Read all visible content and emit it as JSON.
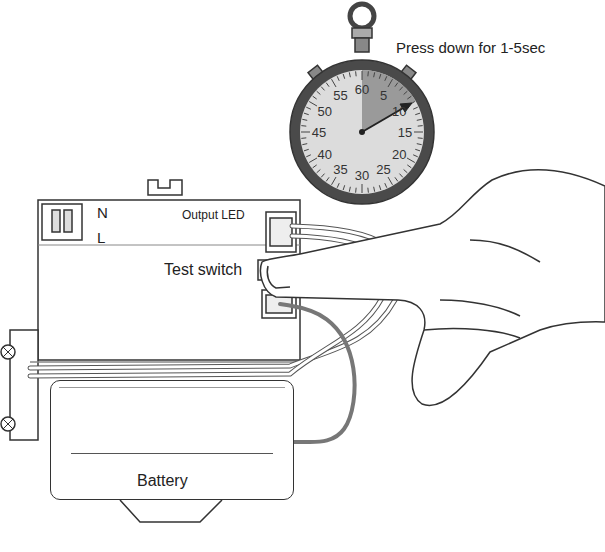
{
  "diagram": {
    "nodes": [
      {
        "text": [
          "N",
          "L",
          "Output LED",
          "Test switch"
        ]
      },
      {
        "text": [
          "Battery"
        ]
      }
    ],
    "edges": [
      {
        "from": 0,
        "to": 1,
        "arrow": "none"
      }
    ],
    "labels": [
      "Press down for 1-5sec",
      "5",
      "10",
      "15",
      "20",
      "25",
      "30",
      "35",
      "40",
      "45",
      "50",
      "55",
      "60"
    ]
  }
}
